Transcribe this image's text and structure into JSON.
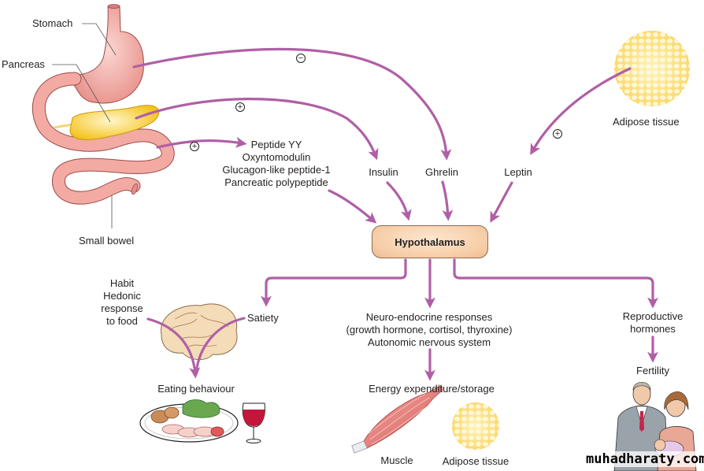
{
  "diagram": {
    "title": "Regulation of appetite and energy balance",
    "organs": {
      "stomach": "Stomach",
      "pancreas": "Pancreas",
      "small_bowel": "Small bowel",
      "adipose_top": "Adipose tissue"
    },
    "gut_peptides": [
      "Peptide YY",
      "Oxyntomodulin",
      "Glucagon-like peptide-1",
      "Pancreatic polypeptide"
    ],
    "hormones": {
      "insulin": "Insulin",
      "ghrelin": "Ghrelin",
      "leptin": "Leptin"
    },
    "signs": {
      "ghrelin": "−",
      "insulin": "+",
      "gut_peptides": "+",
      "leptin": "+"
    },
    "center": "Hypothalamus",
    "left_branch": {
      "influences": [
        "Habit",
        "Hedonic",
        "response",
        "to food"
      ],
      "satiety": "Satiety",
      "outcome": "Eating behaviour"
    },
    "middle_branch": {
      "responses": [
        "Neuro-endocrine responses",
        "(growth hormone, cortisol, thyroxine)",
        "Autonomic nervous system"
      ],
      "outcome": "Energy expenditure/storage",
      "muscle": "Muscle",
      "adipose": "Adipose tissue"
    },
    "right_branch": {
      "hormones": [
        "Reproductive",
        "hormones"
      ],
      "outcome": "Fertility"
    },
    "colors": {
      "arrow": "#b05fa6",
      "hypothalamus_fill": "#f6cda7",
      "stomach": "#f0a9a4",
      "pancreas": "#f7cc2e",
      "adipose": "#fde58a"
    },
    "watermark": "muhadharaty.com"
  }
}
